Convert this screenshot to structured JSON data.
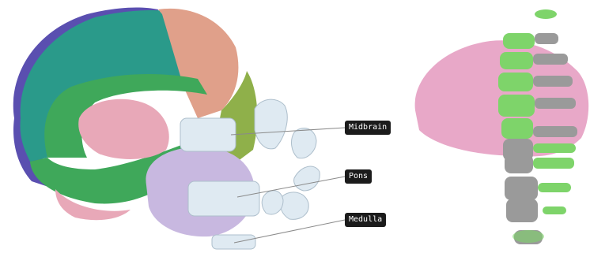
{
  "labels": {
    "midbrain": "Midbrain",
    "pons": "Pons",
    "medulla": "Medulla"
  },
  "colors": {
    "teal": "#2a9a8a",
    "green": "#3fa85a",
    "salmon": "#e0a08a",
    "olive": "#8fb04a",
    "pink": "#e8a8b8",
    "lavender": "#c8b8e0",
    "pale_blue": "#dfeaf2",
    "purple_edge": "#5a4fb0",
    "slice_green": "#7ed46a",
    "slice_grey": "#9a9a9a",
    "label_bg": "#1b1b1b",
    "leader": "#8a8a8a"
  }
}
